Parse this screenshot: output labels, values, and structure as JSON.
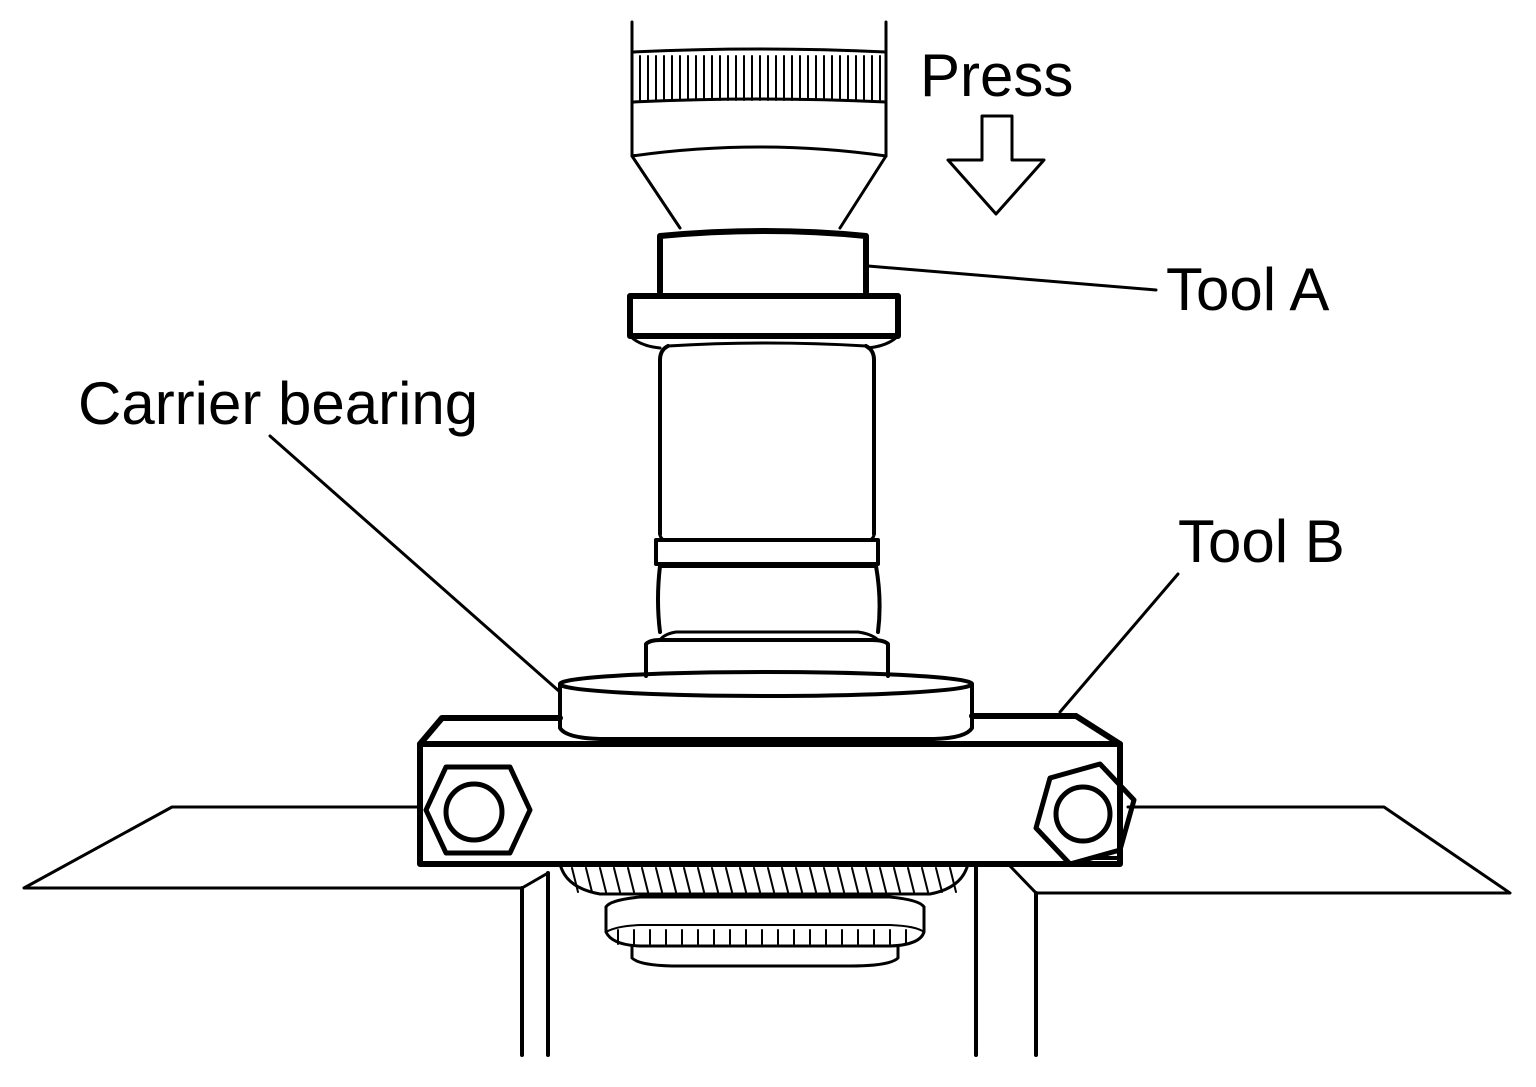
{
  "labels": {
    "press": "Press",
    "tool_a": "Tool A",
    "carrier_bearing": "Carrier bearing",
    "tool_b": "Tool B"
  },
  "colors": {
    "line": "#000000",
    "background": "#ffffff"
  },
  "icons": {
    "press_direction": "down-arrow-icon"
  }
}
